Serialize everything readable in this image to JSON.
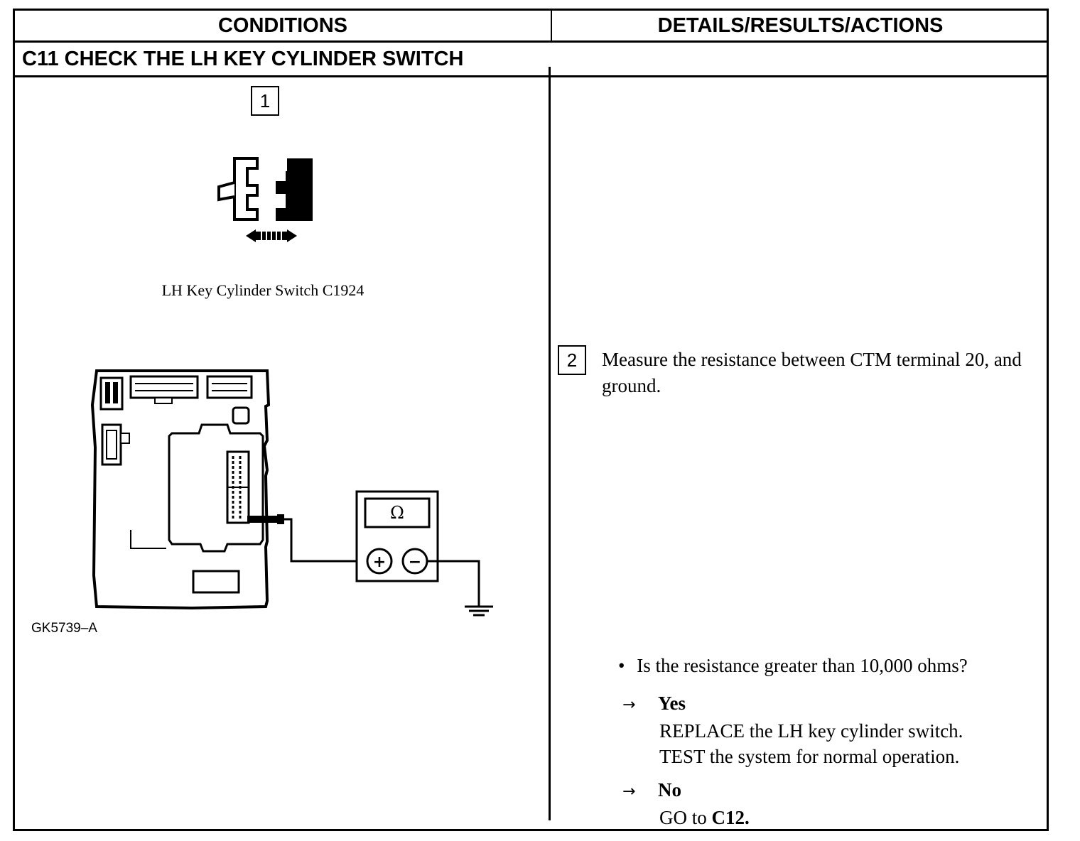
{
  "header": {
    "conditions": "CONDITIONS",
    "details": "DETAILS/RESULTS/ACTIONS"
  },
  "section": {
    "title": "C11 CHECK THE LH KEY CYLINDER SWITCH"
  },
  "left": {
    "step_1": "1",
    "caption": "LH Key Cylinder Switch C1924",
    "meter_symbol": "Ω",
    "plus_symbol": "+",
    "minus_symbol": "−",
    "figure_id": "GK5739–A"
  },
  "right": {
    "step_2": "2",
    "instruction": "Measure the resistance between CTM terminal 20, and ground.",
    "question": "Is the resistance greater than 10,000 ohms?",
    "yes": {
      "label": "Yes",
      "action_1": "REPLACE the LH key cylinder switch.",
      "action_2": "TEST the system for normal operation."
    },
    "no": {
      "label": "No",
      "action_prefix": "GO to ",
      "action_target": "C12."
    }
  },
  "icons": {
    "bullet": "•",
    "arrow": "→"
  }
}
